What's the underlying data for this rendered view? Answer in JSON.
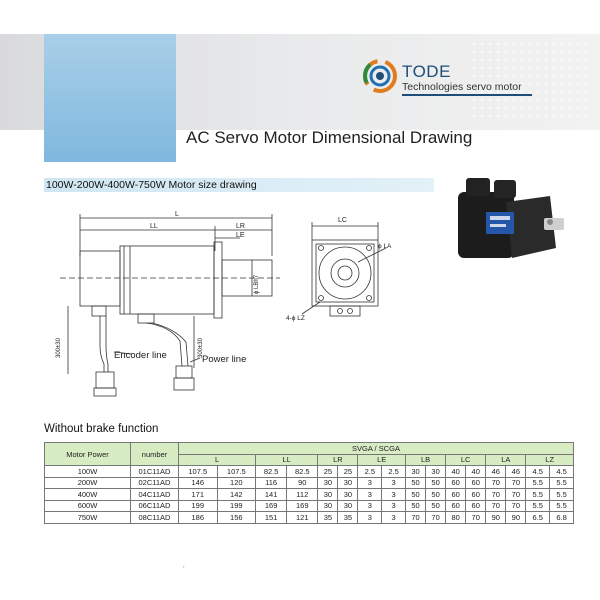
{
  "brand": {
    "name": "TODE",
    "subtitle": "Technologies  servo motor"
  },
  "page_title": "AC Servo Motor Dimensional Drawing",
  "section_title": "100W-200W-400W-750W Motor size drawing",
  "drawing": {
    "dim_L": "L",
    "dim_LL": "LL",
    "dim_LR": "LR",
    "dim_LE": "LE",
    "dim_LBh7": "ϕ LBh7",
    "dim_300a": "300±30",
    "dim_300b": "300±30",
    "encoder_label": "Encoder line",
    "power_label": "Power line",
    "dim_LC": "LC",
    "dim_LA": "ϕ LA",
    "dim_LZ": "4-ϕ LZ"
  },
  "table_title": "Without brake function",
  "table": {
    "col_motor_power": "Motor Power",
    "col_number": "number",
    "group_header": "SVGA / SCGA",
    "sub_headers": [
      "L",
      "LL",
      "LR",
      "LE",
      "LB",
      "LC",
      "LA",
      "LZ"
    ],
    "rows": [
      {
        "power": "100W",
        "number": "01C11AD",
        "vals": [
          "107.5",
          "107.5",
          "82.5",
          "82.5",
          "25",
          "25",
          "2.5",
          "2.5",
          "30",
          "30",
          "40",
          "40",
          "46",
          "46",
          "4.5",
          "4.5"
        ]
      },
      {
        "power": "200W",
        "number": "02C11AD",
        "vals": [
          "146",
          "120",
          "116",
          "90",
          "30",
          "30",
          "3",
          "3",
          "50",
          "50",
          "60",
          "60",
          "70",
          "70",
          "5.5",
          "5.5"
        ]
      },
      {
        "power": "400W",
        "number": "04C11AD",
        "vals": [
          "171",
          "142",
          "141",
          "112",
          "30",
          "30",
          "3",
          "3",
          "50",
          "50",
          "60",
          "60",
          "70",
          "70",
          "5.5",
          "5.5"
        ]
      },
      {
        "power": "600W",
        "number": "06C11AD",
        "vals": [
          "199",
          "199",
          "169",
          "169",
          "30",
          "30",
          "3",
          "3",
          "50",
          "50",
          "60",
          "60",
          "70",
          "70",
          "5.5",
          "5.5"
        ]
      },
      {
        "power": "750W",
        "number": "08C11AD",
        "vals": [
          "186",
          "156",
          "151",
          "121",
          "35",
          "35",
          "3",
          "3",
          "70",
          "70",
          "80",
          "70",
          "90",
          "90",
          "6.5",
          "6.8"
        ]
      }
    ]
  },
  "footer_mark": ","
}
